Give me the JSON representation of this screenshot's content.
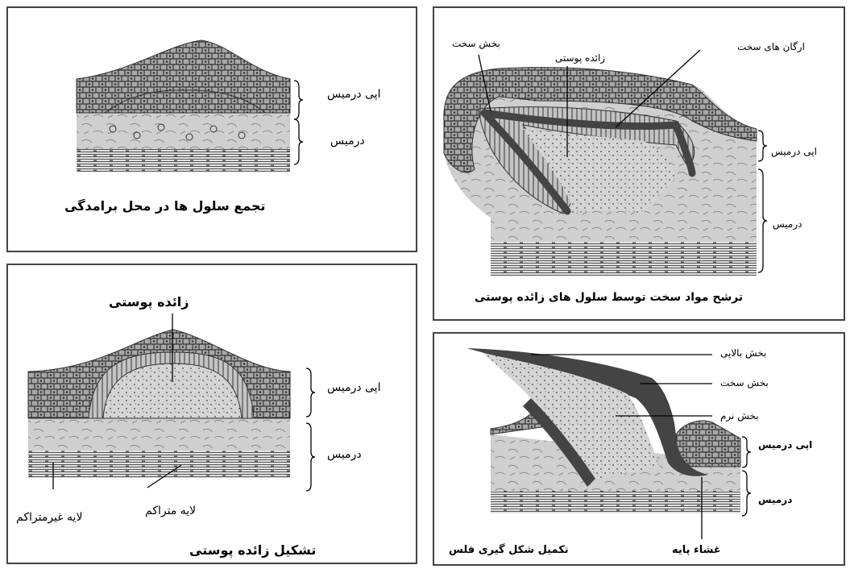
{
  "panel_top_left": {
    "label_epidermis": "اپی درمیس",
    "label_dermis": "درمیس",
    "caption": "تجمع سلول ها در محل برامدگی"
  },
  "panel_bottom_left": {
    "title": "زائده پوستی",
    "label_epidermis": "اپی درمیس",
    "label_dermis": "درمیس",
    "label_nondense_layer": "لایه غیرمتراکم",
    "label_dense_layer": "لایه متراکم",
    "caption": "تشکیل زائده پوستی"
  },
  "panel_top_right": {
    "label_hard_part": "بخش سخت",
    "label_skin_appendage": "زائده پوستی",
    "label_hard_organelles": "ارگان های سخت",
    "label_epidermis": "اپی درمیس",
    "label_dermis": "درمیس",
    "caption": "ترشح مواد سخت توسط سلول های زائده پوستی"
  },
  "panel_bottom_right": {
    "label_upper_part": "بخش بالایی",
    "label_hard_part": "بخش سخت",
    "label_soft_part": "بخش نرم",
    "label_epidermis": "اپی درمیس",
    "label_dermis": "درمیس",
    "label_base_membrane": "غشاء پایه",
    "caption": "تکمیل شکل گیری فلس"
  },
  "colors": {
    "epidermis": "#9a9a9a",
    "dermis": "#d0d0d0",
    "stripes": "#555555",
    "hard": "#444444",
    "soft": "#e6e6e6"
  }
}
